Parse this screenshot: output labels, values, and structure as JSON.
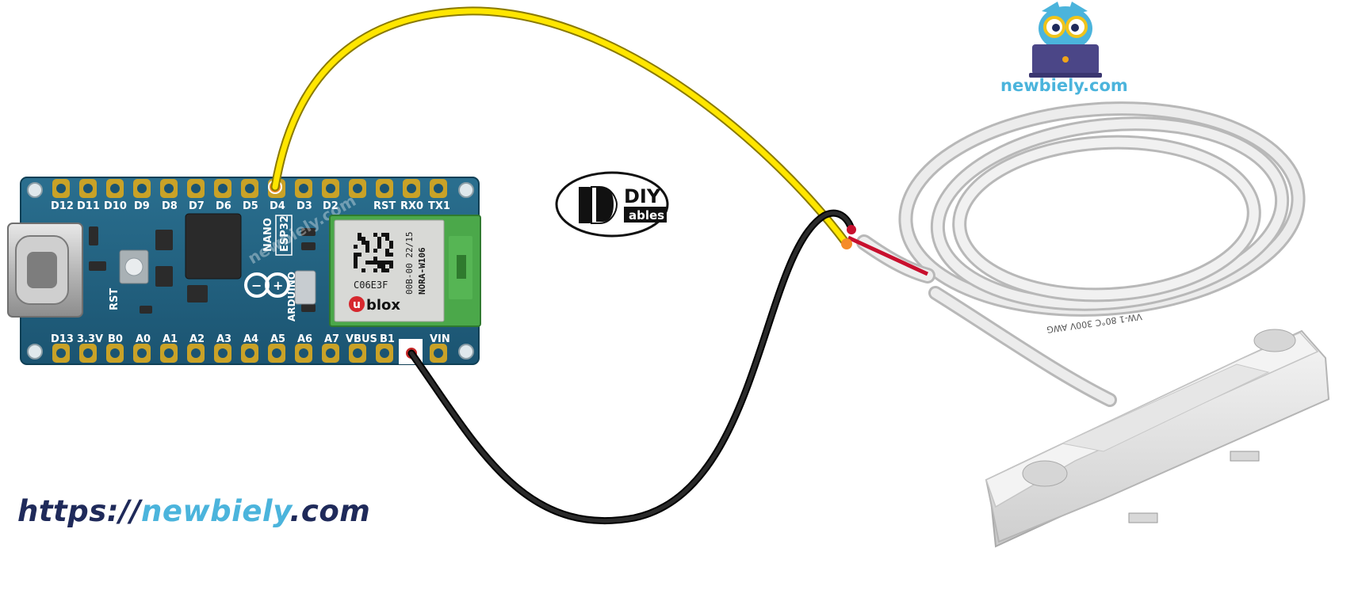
{
  "board": {
    "name_line1": "NANO",
    "name_line2": "ESP32",
    "brand": "ARDUINO",
    "rst_label": "RST",
    "module_code1": "C06E3F",
    "module_code2": "00B-00 22/15",
    "module_code3": "NORA-W106",
    "module_brand": "blox",
    "module_brand_u": "u",
    "top_pins": [
      "D12",
      "D11",
      "D10",
      "D9",
      "D8",
      "D7",
      "D6",
      "D5",
      "D4",
      "D3",
      "D2",
      "RST",
      "RX0",
      "TX1"
    ],
    "bottom_pins": [
      "D13",
      "3.3V",
      "B0",
      "A0",
      "A1",
      "A2",
      "A3",
      "A4",
      "A5",
      "A6",
      "A7",
      "VBUS",
      "B1",
      "VIN"
    ],
    "watermark": "newbiely.com"
  },
  "diy_logo": {
    "line1": "DIY",
    "line2": "ables"
  },
  "newbiely_logo": {
    "text": "newbiely.com"
  },
  "url": {
    "prefix": "https://",
    "middle": "newbiely",
    "suffix": ".com"
  },
  "sensor": {
    "cable_print": "VW-1 80°C 300V AWG"
  },
  "colors": {
    "board_blue": "#1f5f7f",
    "pad_gold": "#c9a227",
    "wire_signal": "#ffe600",
    "wire_ground": "#1a1a1a",
    "accent_cyan": "#4bb4dc",
    "navy": "#1f2a5a",
    "module_green": "#4ba84a"
  },
  "icons": [
    "owl-laptop-icon",
    "diy-ables-logo",
    "usb-c-connector",
    "reset-button",
    "arduino-infinity-logo"
  ]
}
